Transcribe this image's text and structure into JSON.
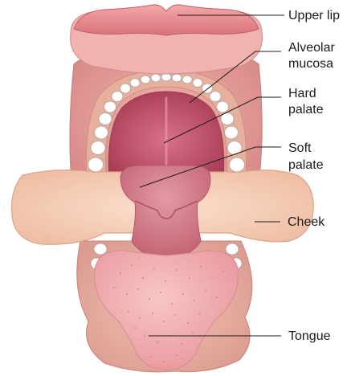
{
  "labels": {
    "upper_lip": "Upper lip",
    "alveolar_mucosa_1": "Alveolar",
    "alveolar_mucosa_2": "mucosa",
    "hard_palate_1": "Hard",
    "hard_palate_2": "palate",
    "soft_palate_1": "Soft",
    "soft_palate_2": "palate",
    "cheek": "Cheek",
    "tongue": "Tongue"
  },
  "colors": {
    "lip": "#e8868c",
    "lip_dark": "#c96068",
    "alveolar_mucosa": "#e9a6a0",
    "hard_palate": "#c9566a",
    "soft_palate": "#cf7a86",
    "cheek": "#f6cdb6",
    "tongue": "#f2aeb0",
    "teeth": "#ffffff",
    "leader_line": "#1a1a1a"
  }
}
